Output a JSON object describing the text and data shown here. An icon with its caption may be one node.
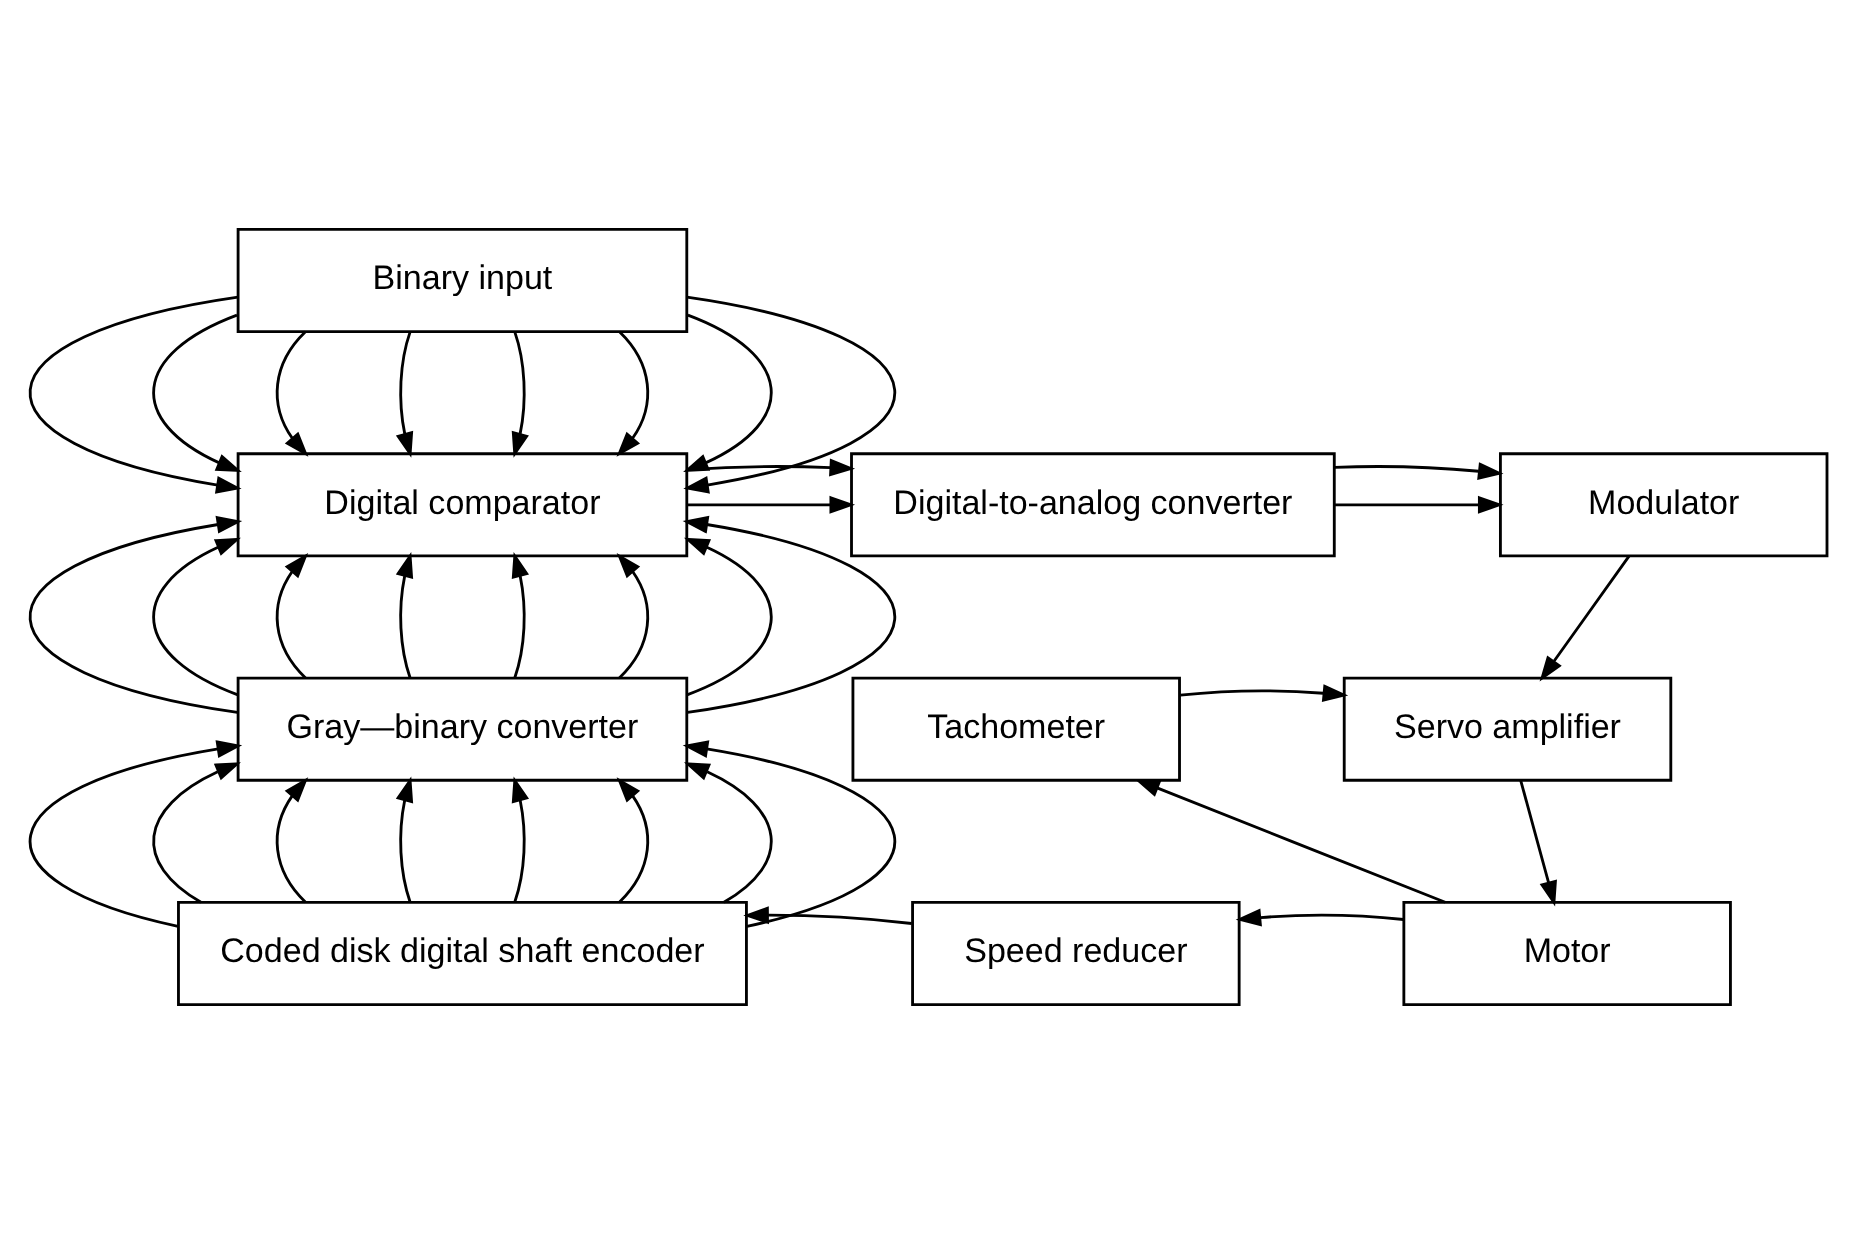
{
  "diagram": {
    "nodes": [
      {
        "text": [
          "Binary input"
        ]
      },
      {
        "text": [
          "Digital comparator"
        ]
      },
      {
        "text": [
          "Digital-to-analog converter"
        ]
      },
      {
        "text": [
          "Modulator"
        ]
      },
      {
        "text": [
          "Gray—binary converter"
        ]
      },
      {
        "text": [
          "Tachometer"
        ]
      },
      {
        "text": [
          "Servo amplifier"
        ]
      },
      {
        "text": [
          "Coded disk digital shaft encoder"
        ]
      },
      {
        "text": [
          "Speed reducer"
        ]
      },
      {
        "text": [
          "Motor"
        ]
      }
    ],
    "edges": [
      {
        "from": 0,
        "to": 1,
        "arrow": "to"
      },
      {
        "from": 0,
        "to": 1,
        "arrow": "to"
      },
      {
        "from": 0,
        "to": 1,
        "arrow": "to"
      },
      {
        "from": 0,
        "to": 1,
        "arrow": "to"
      },
      {
        "from": 0,
        "to": 1,
        "arrow": "to"
      },
      {
        "from": 0,
        "to": 1,
        "arrow": "to"
      },
      {
        "from": 0,
        "to": 1,
        "arrow": "to"
      },
      {
        "from": 0,
        "to": 1,
        "arrow": "to"
      },
      {
        "from": 4,
        "to": 1,
        "arrow": "to"
      },
      {
        "from": 4,
        "to": 1,
        "arrow": "to"
      },
      {
        "from": 4,
        "to": 1,
        "arrow": "to"
      },
      {
        "from": 4,
        "to": 1,
        "arrow": "to"
      },
      {
        "from": 4,
        "to": 1,
        "arrow": "to"
      },
      {
        "from": 4,
        "to": 1,
        "arrow": "to"
      },
      {
        "from": 4,
        "to": 1,
        "arrow": "to"
      },
      {
        "from": 4,
        "to": 1,
        "arrow": "to"
      },
      {
        "from": 7,
        "to": 4,
        "arrow": "to"
      },
      {
        "from": 7,
        "to": 4,
        "arrow": "to"
      },
      {
        "from": 7,
        "to": 4,
        "arrow": "to"
      },
      {
        "from": 7,
        "to": 4,
        "arrow": "to"
      },
      {
        "from": 7,
        "to": 4,
        "arrow": "to"
      },
      {
        "from": 7,
        "to": 4,
        "arrow": "to"
      },
      {
        "from": 7,
        "to": 4,
        "arrow": "to"
      },
      {
        "from": 7,
        "to": 4,
        "arrow": "to"
      },
      {
        "from": 1,
        "to": 2,
        "arrow": "to"
      },
      {
        "from": 1,
        "to": 2,
        "arrow": "to"
      },
      {
        "from": 2,
        "to": 3,
        "arrow": "to"
      },
      {
        "from": 2,
        "to": 3,
        "arrow": "to"
      },
      {
        "from": 3,
        "to": 6,
        "arrow": "to"
      },
      {
        "from": 5,
        "to": 6,
        "arrow": "to"
      },
      {
        "from": 6,
        "to": 9,
        "arrow": "to"
      },
      {
        "from": 9,
        "to": 8,
        "arrow": "to"
      },
      {
        "from": 9,
        "to": 5,
        "arrow": "to"
      },
      {
        "from": 8,
        "to": 7,
        "arrow": "to"
      }
    ]
  }
}
